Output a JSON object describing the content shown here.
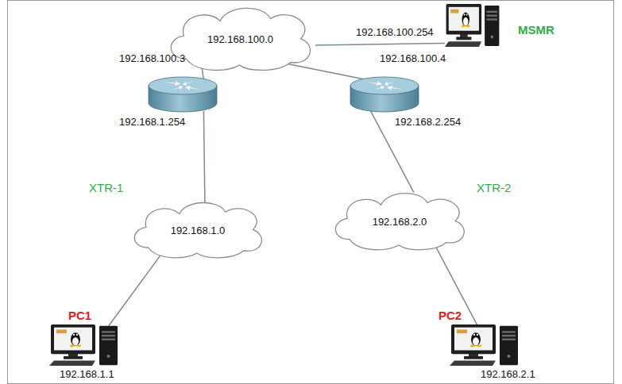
{
  "diagram": {
    "nodes": [
      {
        "text": [
          "192.168.100.0"
        ]
      },
      {
        "text": [
          "192.168.100.254",
          "MSMR"
        ]
      },
      {
        "text": [
          "192.168.100.3",
          "192.168.1.254"
        ]
      },
      {
        "text": [
          "192.168.100.4",
          "192.168.2.254"
        ]
      },
      {
        "text": [
          "192.168.1.0"
        ]
      },
      {
        "text": [
          "192.168.2.0"
        ]
      },
      {
        "text": [
          "PC1",
          "192.168.1.1"
        ]
      },
      {
        "text": [
          "PC2",
          "192.168.2.1"
        ]
      }
    ],
    "edges": [
      {
        "from": 0,
        "to": 1,
        "arrow": "none"
      },
      {
        "from": 0,
        "to": 2,
        "arrow": "none"
      },
      {
        "from": 0,
        "to": 3,
        "arrow": "none"
      },
      {
        "from": 2,
        "to": 4,
        "arrow": "none"
      },
      {
        "from": 3,
        "to": 5,
        "arrow": "none"
      },
      {
        "from": 4,
        "to": 6,
        "arrow": "none"
      },
      {
        "from": 5,
        "to": 7,
        "arrow": "none"
      }
    ],
    "labels": [
      "XTR-1",
      "XTR-2"
    ]
  }
}
